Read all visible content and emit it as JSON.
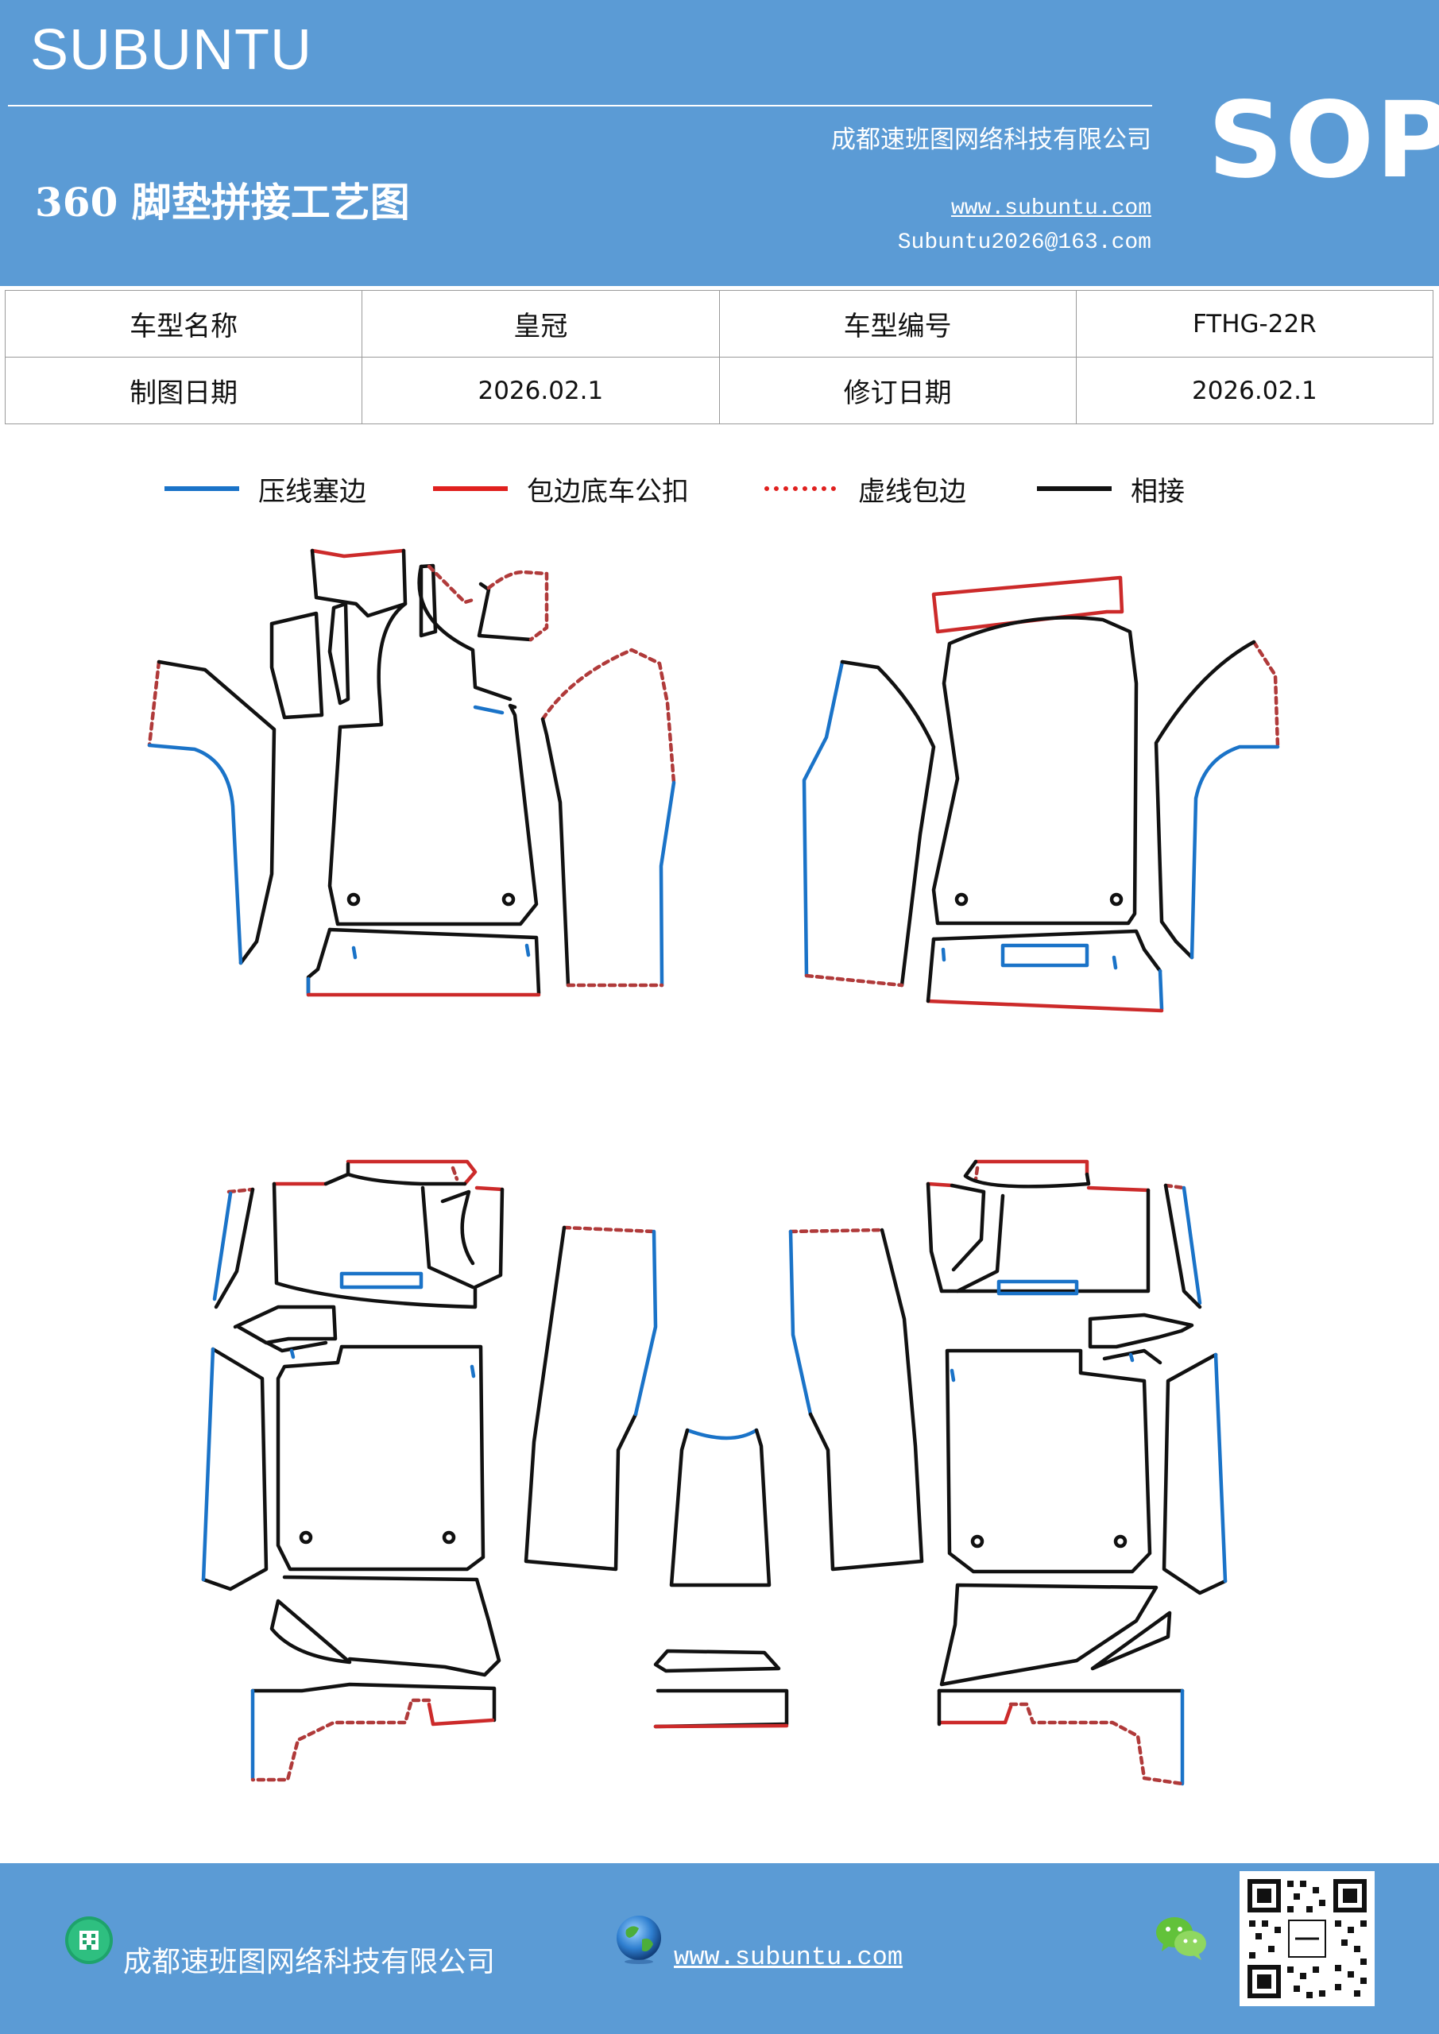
{
  "header": {
    "brand": "SUBUNTU",
    "company": "成都速班图网络科技有限公司",
    "title": "360 脚垫拼接工艺图",
    "website": "www.subuntu.com",
    "email": "Subuntu2026@163.com",
    "sop_mark": "SOP"
  },
  "info_table": {
    "rows": [
      {
        "label1": "车型名称",
        "value1": "皇冠",
        "label2": "车型编号",
        "value2": "FTHG-22R"
      },
      {
        "label1": "制图日期",
        "value1": "2026.02.1",
        "label2": "修订日期",
        "value2": "2026.02.1"
      }
    ]
  },
  "legend": {
    "items": [
      {
        "label": "压线塞边",
        "color": "#1a73c8",
        "style": "solid"
      },
      {
        "label": "包边底车公扣",
        "color": "#e0201e",
        "style": "solid"
      },
      {
        "label": "虚线包边",
        "color": "#e0201e",
        "style": "dotted"
      },
      {
        "label": "相接",
        "color": "#111111",
        "style": "solid"
      }
    ]
  },
  "colors": {
    "header_bg": "#5b9bd5",
    "outline": "#111111",
    "press_line": "#1a73c8",
    "edge_red": "#cc2a2a",
    "dotted_red": "#b03a3a"
  },
  "footer": {
    "company": "成都速班图网络科技有限公司",
    "website": "www.subuntu.com",
    "icons": [
      "company-building-icon",
      "globe-icon",
      "wechat-icon",
      "qr-code-icon"
    ]
  }
}
